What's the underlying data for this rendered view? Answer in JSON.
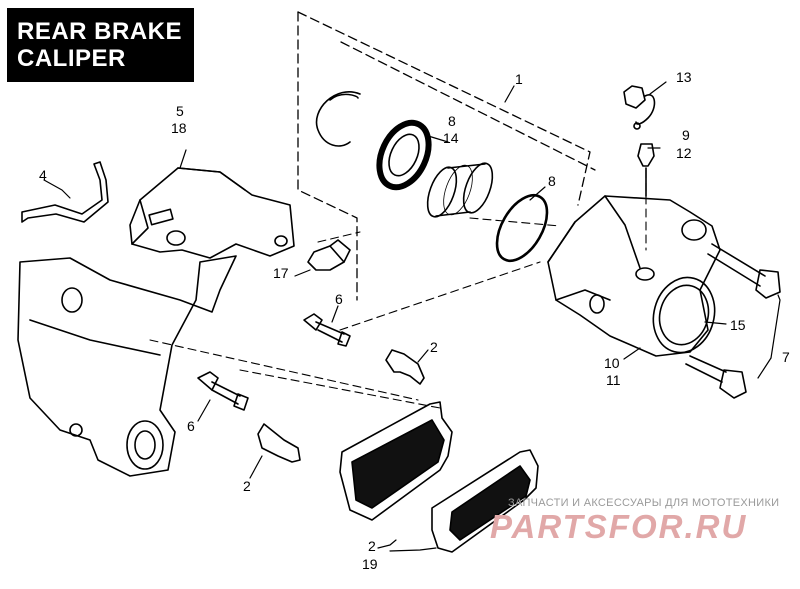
{
  "title": {
    "line1": "REAR BRAKE",
    "line2": "CALIPER"
  },
  "callouts": [
    {
      "id": "c1",
      "text": "1"
    },
    {
      "id": "c13",
      "text": "13"
    },
    {
      "id": "c9",
      "text": "9"
    },
    {
      "id": "c12",
      "text": "12"
    },
    {
      "id": "c5",
      "text": "5"
    },
    {
      "id": "c18",
      "text": "18"
    },
    {
      "id": "c8a",
      "text": "8"
    },
    {
      "id": "c14",
      "text": "14"
    },
    {
      "id": "c8b",
      "text": "8"
    },
    {
      "id": "c4",
      "text": "4"
    },
    {
      "id": "c17",
      "text": "17"
    },
    {
      "id": "c6a",
      "text": "6"
    },
    {
      "id": "c2a",
      "text": "2"
    },
    {
      "id": "c15",
      "text": "15"
    },
    {
      "id": "c7",
      "text": "7"
    },
    {
      "id": "c10",
      "text": "10"
    },
    {
      "id": "c11",
      "text": "11"
    },
    {
      "id": "c6b",
      "text": "6"
    },
    {
      "id": "c2b",
      "text": "2"
    },
    {
      "id": "c2c",
      "text": "2"
    },
    {
      "id": "c19",
      "text": "19"
    }
  ],
  "watermark": {
    "tagline": "ЗАПЧАСТИ И АКСЕССУАРЫ ДЛЯ МОТОТЕХНИКИ",
    "logo": "PARTSFOR.RU"
  }
}
